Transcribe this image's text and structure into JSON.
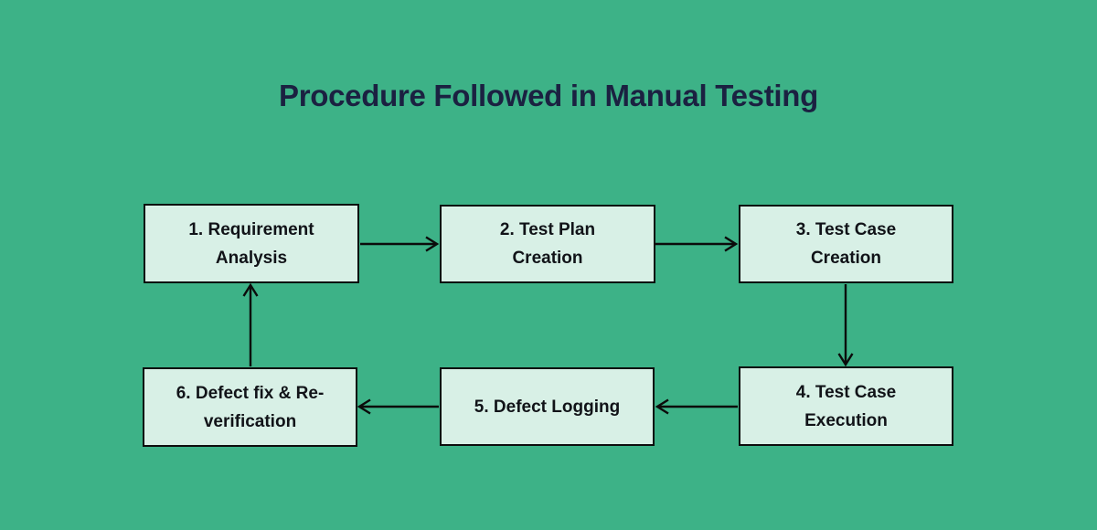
{
  "title": "Procedure Followed in Manual Testing",
  "diagram": {
    "type": "flowchart",
    "boxes": [
      {
        "id": 1,
        "label": "1. Requirement Analysis",
        "lines": [
          "1. Requirement",
          "Analysis"
        ]
      },
      {
        "id": 2,
        "label": "2. Test Plan Creation",
        "lines": [
          "2. Test Plan",
          "Creation"
        ]
      },
      {
        "id": 3,
        "label": "3. Test Case Creation",
        "lines": [
          "3. Test Case",
          "Creation"
        ]
      },
      {
        "id": 4,
        "label": "4. Test Case Execution",
        "lines": [
          "4. Test Case",
          "Execution"
        ]
      },
      {
        "id": 5,
        "label": "5. Defect Logging",
        "lines": [
          "5. Defect Logging"
        ]
      },
      {
        "id": 6,
        "label": "6. Defect fix & Re-verification",
        "lines": [
          "6. Defect fix & Re-",
          "verification"
        ]
      }
    ],
    "arrows": [
      {
        "from": 1,
        "to": 2,
        "direction": "right"
      },
      {
        "from": 2,
        "to": 3,
        "direction": "right"
      },
      {
        "from": 3,
        "to": 4,
        "direction": "down"
      },
      {
        "from": 4,
        "to": 5,
        "direction": "left"
      },
      {
        "from": 5,
        "to": 6,
        "direction": "left"
      },
      {
        "from": 6,
        "to": 1,
        "direction": "up"
      }
    ]
  },
  "colors": {
    "background": "#3db287",
    "box_fill": "#d8f0e6",
    "box_border": "#0c0c0c",
    "title_text": "#1b2141",
    "box_text": "#111318",
    "arrow": "#0b0b0b"
  }
}
